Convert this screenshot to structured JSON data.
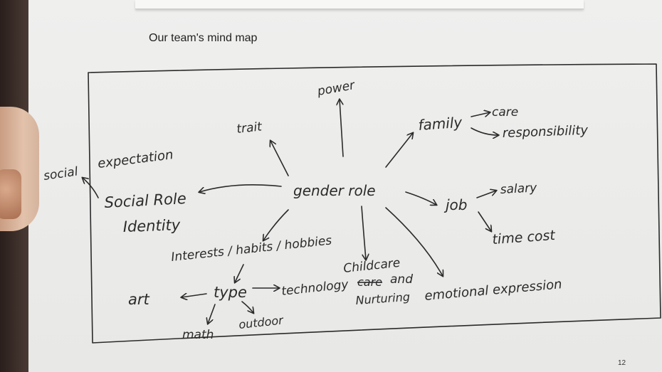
{
  "page": {
    "title": "Our team's mind map",
    "page_number": "12"
  },
  "mind_map": {
    "center": "gender role",
    "power": "power",
    "trait": "trait",
    "social_role": "Social Role",
    "identity": "Identity",
    "expectation": "expectation",
    "social": "social",
    "interests": "Interests / habits / hobbies",
    "type": "type",
    "art": "art",
    "technology": "technology",
    "math": "math",
    "outdoor": "outdoor",
    "childcare": "Childcare",
    "care_struck": "care",
    "and": "and",
    "nurturing": "Nurturing",
    "emotional_expression": "emotional expression",
    "family": "family",
    "care": "care",
    "responsibility": "responsibility",
    "job": "job",
    "salary": "salary",
    "time_cost": "time cost"
  },
  "colors": {
    "ink": "#2b2b2b",
    "paper": "#eeeeed"
  }
}
